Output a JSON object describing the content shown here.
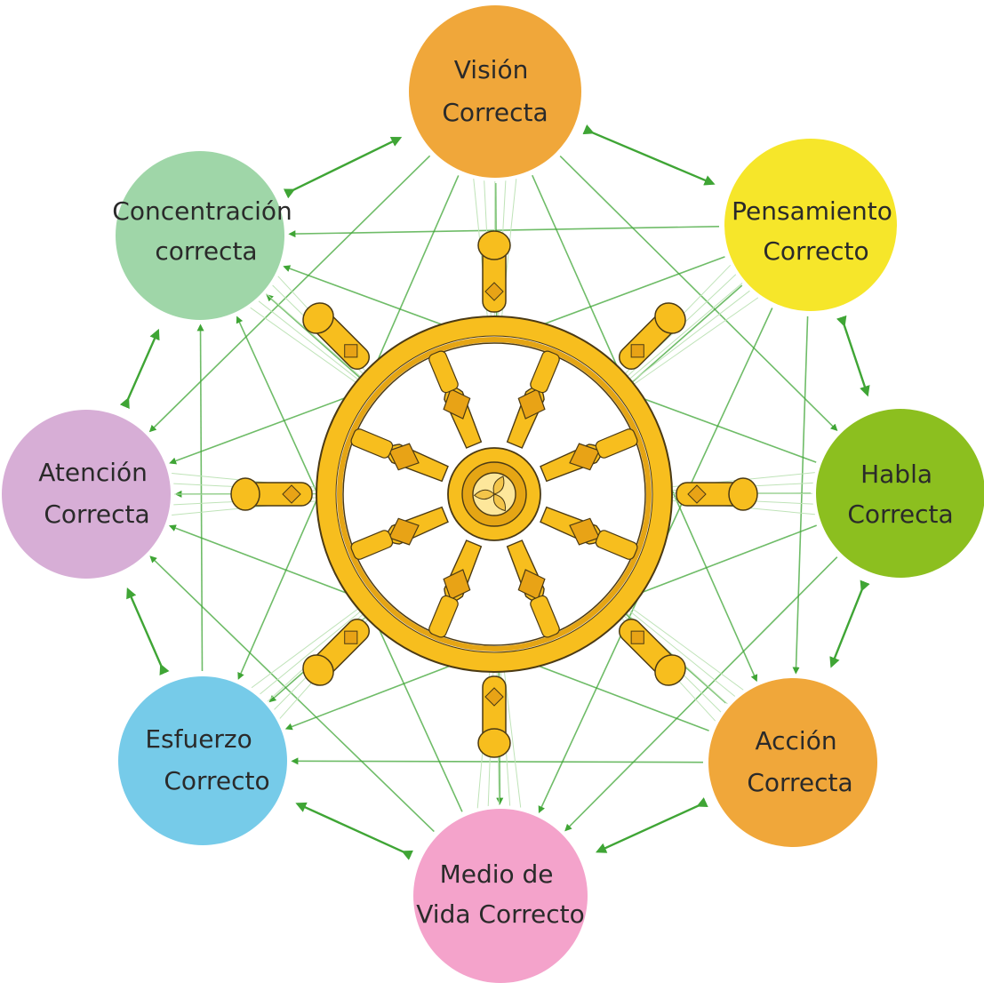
{
  "diagram": {
    "nodes": [
      {
        "id": "vision",
        "lines": [
          "Visión",
          "Correcta"
        ],
        "color": "#f0a73a"
      },
      {
        "id": "pensamiento",
        "lines": [
          "Pensamiento",
          "Correcto"
        ],
        "color": "#f6e62a"
      },
      {
        "id": "habla",
        "lines": [
          "Habla",
          "Correcta"
        ],
        "color": "#8cbf1f"
      },
      {
        "id": "accion",
        "lines": [
          "Acción",
          "Correcta"
        ],
        "color": "#f0a73a"
      },
      {
        "id": "medio",
        "lines": [
          "Medio de",
          "Vida Correcto"
        ],
        "color": "#f4a3cb"
      },
      {
        "id": "esfuerzo",
        "lines": [
          "Esfuerzo",
          "Correcto"
        ],
        "color": "#76cbe9"
      },
      {
        "id": "atencion",
        "lines": [
          "Atención",
          "Correcta"
        ],
        "color": "#d7aed6"
      },
      {
        "id": "concentracion",
        "lines": [
          "Concentración",
          "correcta"
        ],
        "color": "#9fd6a8"
      }
    ],
    "arrow_color": "#3fa535",
    "wheel": {
      "spokes": 8,
      "rim_color": "#f7be1e",
      "outline_color": "#4b3a14",
      "hub_color": "#fde79b"
    }
  }
}
